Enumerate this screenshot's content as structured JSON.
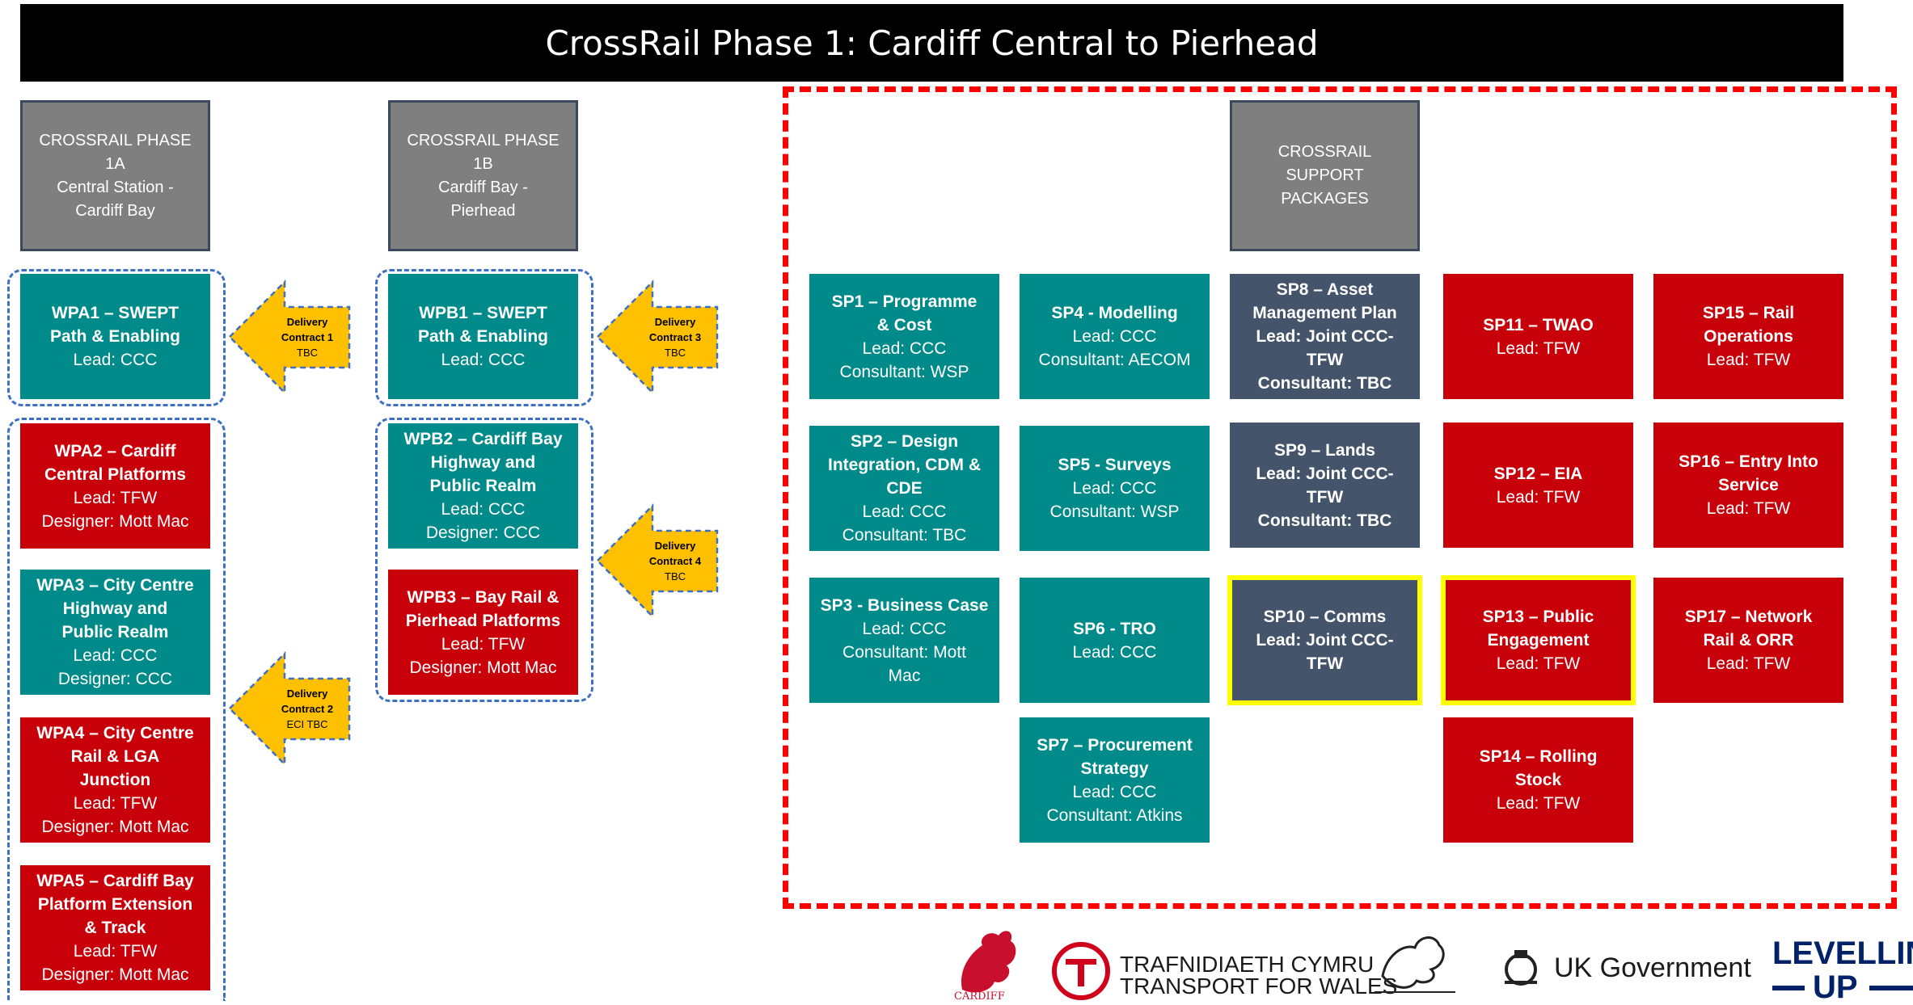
{
  "title": "CrossRail Phase 1: Cardiff Central to Pierhead",
  "phases": {
    "a": [
      "CROSSRAIL PHASE",
      "1A",
      "Central Station -",
      "Cardiff Bay"
    ],
    "b": [
      "CROSSRAIL PHASE",
      "1B",
      "Cardiff Bay -",
      "Pierhead"
    ],
    "support": [
      "CROSSRAIL",
      "SUPPORT",
      "PACKAGES"
    ]
  },
  "packages": {
    "wpa1": {
      "bold": [
        "WPA1 – SWEPT",
        "Path & Enabling"
      ],
      "lines": [
        "Lead: CCC"
      ]
    },
    "wpa2": {
      "bold": [
        "WPA2 – Cardiff",
        "Central Platforms"
      ],
      "lines": [
        "Lead: TFW",
        "Designer: Mott Mac"
      ]
    },
    "wpa3": {
      "bold": [
        "WPA3 – City Centre",
        "Highway and",
        "Public Realm"
      ],
      "lines": [
        "Lead: CCC",
        "Designer: CCC"
      ]
    },
    "wpa4": {
      "bold": [
        "WPA4 – City Centre",
        "Rail & LGA",
        "Junction"
      ],
      "lines": [
        "Lead: TFW",
        "Designer: Mott Mac"
      ]
    },
    "wpa5": {
      "bold": [
        "WPA5 – Cardiff Bay",
        "Platform Extension",
        "& Track"
      ],
      "lines": [
        "Lead: TFW",
        "Designer: Mott Mac"
      ]
    },
    "wpb1": {
      "bold": [
        "WPB1 – SWEPT",
        "Path & Enabling"
      ],
      "lines": [
        "Lead: CCC"
      ]
    },
    "wpb2": {
      "bold": [
        "WPB2 – Cardiff Bay",
        "Highway and",
        "Public Realm"
      ],
      "lines": [
        "Lead: CCC",
        "Designer: CCC"
      ]
    },
    "wpb3": {
      "bold": [
        "WPB3 – Bay Rail &",
        "Pierhead Platforms"
      ],
      "lines": [
        "Lead: TFW",
        "Designer: Mott Mac"
      ]
    },
    "sp1": {
      "bold": [
        "SP1 – Programme",
        "& Cost"
      ],
      "lines": [
        "Lead: CCC",
        "Consultant: WSP"
      ]
    },
    "sp2": {
      "bold": [
        "SP2 – Design",
        "Integration, CDM &",
        "CDE"
      ],
      "lines": [
        "Lead: CCC",
        "Consultant: TBC"
      ]
    },
    "sp3": {
      "bold": [
        "SP3 - Business Case"
      ],
      "lines": [
        "Lead: CCC",
        "Consultant: Mott",
        "Mac"
      ]
    },
    "sp4": {
      "bold": [
        "SP4 - Modelling"
      ],
      "lines": [
        "Lead: CCC",
        "Consultant: AECOM"
      ]
    },
    "sp5": {
      "bold": [
        "SP5 - Surveys"
      ],
      "lines": [
        "Lead: CCC",
        "Consultant: WSP"
      ]
    },
    "sp6": {
      "bold": [
        "SP6 - TRO"
      ],
      "lines": [
        "Lead: CCC"
      ]
    },
    "sp7": {
      "bold": [
        "SP7 – Procurement",
        "Strategy"
      ],
      "lines": [
        "Lead: CCC",
        "Consultant: Atkins"
      ]
    },
    "sp8": {
      "bold": [
        "SP8 – Asset",
        "Management Plan",
        "Lead: Joint CCC-",
        "TFW",
        "Consultant: TBC"
      ],
      "lines": []
    },
    "sp9": {
      "bold": [
        "SP9 – Lands",
        "Lead: Joint CCC-",
        "TFW",
        "Consultant: TBC"
      ],
      "lines": []
    },
    "sp10": {
      "bold": [
        "SP10 – Comms",
        "Lead: Joint CCC-",
        "TFW"
      ],
      "lines": []
    },
    "sp11": {
      "bold": [
        "SP11 – TWAO"
      ],
      "lines": [
        "Lead: TFW"
      ]
    },
    "sp12": {
      "bold": [
        "SP12 – EIA"
      ],
      "lines": [
        "Lead: TFW"
      ]
    },
    "sp13": {
      "bold": [
        "SP13 – Public",
        "Engagement"
      ],
      "lines": [
        "Lead: TFW"
      ]
    },
    "sp14": {
      "bold": [
        "SP14 – Rolling",
        "Stock"
      ],
      "lines": [
        "Lead: TFW"
      ]
    },
    "sp15": {
      "bold": [
        "SP15 – Rail",
        "Operations"
      ],
      "lines": [
        "Lead: TFW"
      ]
    },
    "sp16": {
      "bold": [
        "SP16 – Entry Into",
        "Service"
      ],
      "lines": [
        "Lead: TFW"
      ]
    },
    "sp17": {
      "bold": [
        "SP17 – Network",
        "Rail & ORR"
      ],
      "lines": [
        "Lead: TFW"
      ]
    }
  },
  "contracts": {
    "c1": {
      "bold": [
        "Delivery",
        "Contract 1"
      ],
      "sub": "TBC"
    },
    "c2": {
      "bold": [
        "Delivery",
        "Contract 2"
      ],
      "sub": "ECI TBC"
    },
    "c3": {
      "bold": [
        "Delivery",
        "Contract 3"
      ],
      "sub": "TBC"
    },
    "c4": {
      "bold": [
        "Delivery",
        "Contract 4"
      ],
      "sub": "TBC"
    }
  },
  "logos": {
    "cardiff": "CARDIFF",
    "tfw_welsh": "TRAFNIDIAETH CYMRU",
    "tfw_english": "TRANSPORT FOR WALES",
    "ukgov": "UK Government",
    "levelling_1": "LEVELLIN",
    "levelling_2": "UP"
  },
  "colors": {
    "teal": "#008a8a",
    "red": "#c8000a",
    "slate": "#44546a",
    "grey": "#7f7f7f",
    "arrow": "#ffc000",
    "highlight": "#ffff00",
    "support_frame": "#ff0000"
  }
}
